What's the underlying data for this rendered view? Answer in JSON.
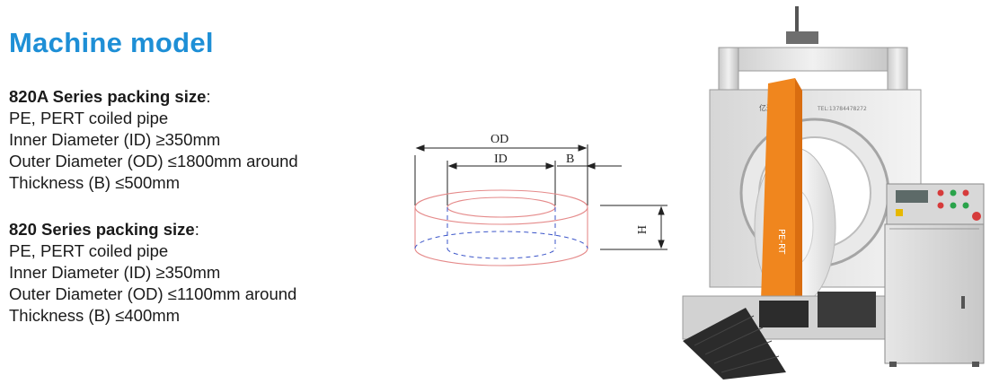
{
  "title": "Machine model",
  "series_a": {
    "heading": "820A Series packing size",
    "lines": [
      "PE, PERT coiled pipe",
      "Inner Diameter (ID) ≥350mm",
      "Outer Diameter (OD) ≤1800mm around",
      "Thickness (B) ≤500mm"
    ]
  },
  "series_b": {
    "heading": "820 Series packing size",
    "lines": [
      "PE, PERT coiled pipe",
      "Inner Diameter (ID) ≥350mm",
      "Outer Diameter (OD) ≤1100mm around",
      "Thickness (B) ≤400mm"
    ]
  },
  "diagram": {
    "od_label": "OD",
    "id_label": "ID",
    "b_label": "B",
    "h_label": "H"
  },
  "machine": {
    "film_text": "PE-RT",
    "brand_text": "亿达科技",
    "tel_text": "TEL:13784478272"
  }
}
